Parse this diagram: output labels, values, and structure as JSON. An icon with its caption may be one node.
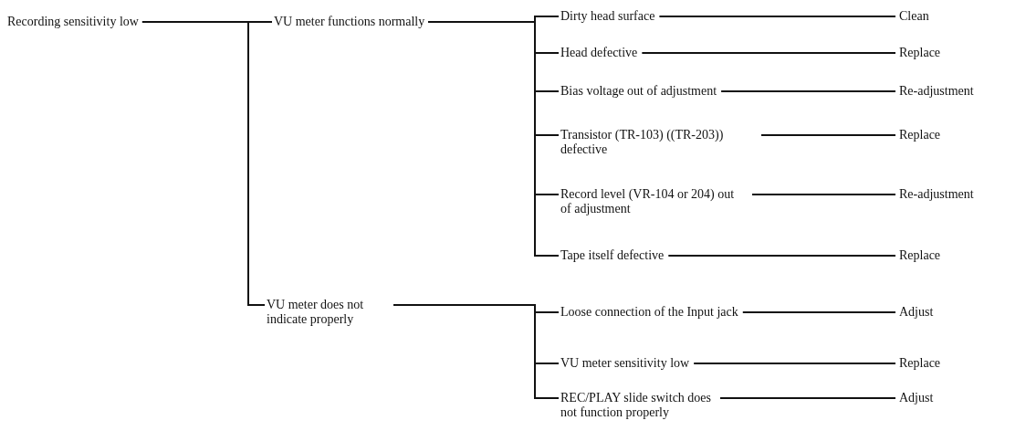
{
  "diagram": {
    "nodes": [
      {
        "text": [
          "Recording sensitivity low"
        ]
      },
      {
        "text": [
          "VU meter functions normally"
        ]
      },
      {
        "text": [
          "Dirty head surface"
        ]
      },
      {
        "text": [
          "Clean"
        ]
      },
      {
        "text": [
          "Head defective"
        ]
      },
      {
        "text": [
          "Replace"
        ]
      },
      {
        "text": [
          "Bias voltage out of adjustment"
        ]
      },
      {
        "text": [
          "Re-adjustment"
        ]
      },
      {
        "text": [
          "Transistor (TR-103) ((TR-203)) defective"
        ]
      },
      {
        "text": [
          "Replace"
        ]
      },
      {
        "text": [
          "Record level (VR-104 or 204) out of adjustment"
        ]
      },
      {
        "text": [
          "Re-adjustment"
        ]
      },
      {
        "text": [
          "Tape itself defective"
        ]
      },
      {
        "text": [
          "Replace"
        ]
      },
      {
        "text": [
          "VU meter does not indicate properly"
        ]
      },
      {
        "text": [
          "Loose connection of the Input jack"
        ]
      },
      {
        "text": [
          "Adjust"
        ]
      },
      {
        "text": [
          "VU meter sensitivity low"
        ]
      },
      {
        "text": [
          "Replace"
        ]
      },
      {
        "text": [
          "REC/PLAY slide switch does not function properly"
        ]
      },
      {
        "text": [
          "Adjust"
        ]
      }
    ],
    "edges": [
      {
        "from": 0,
        "to": 1,
        "arrow": "none"
      },
      {
        "from": 0,
        "to": 14,
        "arrow": "none"
      },
      {
        "from": 1,
        "to": 2,
        "arrow": "none"
      },
      {
        "from": 1,
        "to": 4,
        "arrow": "none"
      },
      {
        "from": 1,
        "to": 6,
        "arrow": "none"
      },
      {
        "from": 1,
        "to": 8,
        "arrow": "none"
      },
      {
        "from": 1,
        "to": 10,
        "arrow": "none"
      },
      {
        "from": 1,
        "to": 12,
        "arrow": "none"
      },
      {
        "from": 2,
        "to": 3,
        "arrow": "none"
      },
      {
        "from": 4,
        "to": 5,
        "arrow": "none"
      },
      {
        "from": 6,
        "to": 7,
        "arrow": "none"
      },
      {
        "from": 8,
        "to": 9,
        "arrow": "none"
      },
      {
        "from": 10,
        "to": 11,
        "arrow": "none"
      },
      {
        "from": 12,
        "to": 13,
        "arrow": "none"
      },
      {
        "from": 14,
        "to": 15,
        "arrow": "none"
      },
      {
        "from": 14,
        "to": 17,
        "arrow": "none"
      },
      {
        "from": 14,
        "to": 19,
        "arrow": "none"
      },
      {
        "from": 15,
        "to": 16,
        "arrow": "none"
      },
      {
        "from": 17,
        "to": 18,
        "arrow": "none"
      },
      {
        "from": 19,
        "to": 20,
        "arrow": "none"
      }
    ]
  }
}
